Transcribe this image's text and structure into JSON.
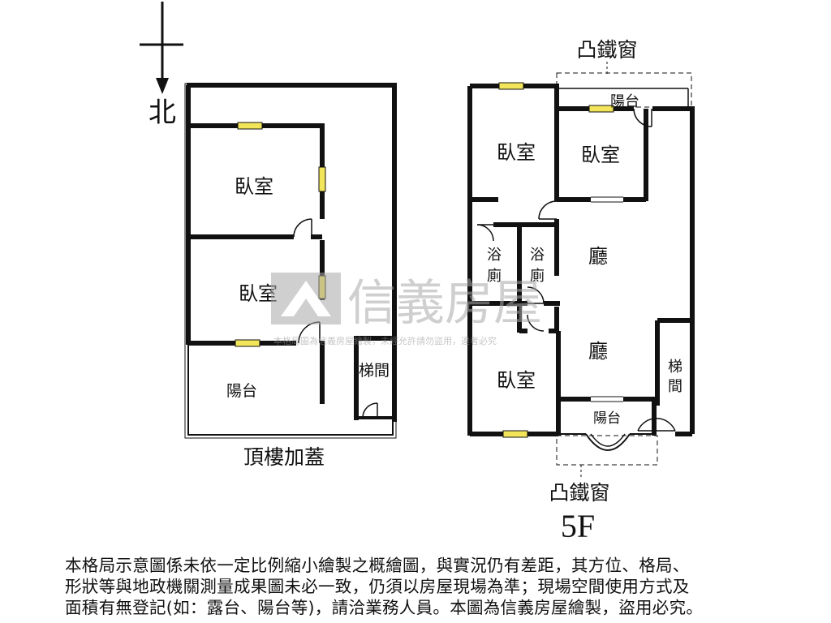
{
  "compass": {
    "label": "北"
  },
  "left_plan": {
    "title": "頂樓加蓋",
    "rooms": {
      "bedroom_1": "臥室",
      "bedroom_2": "臥室",
      "balcony": "陽台",
      "stairwell": "梯間"
    }
  },
  "right_plan": {
    "floor": "5F",
    "bay_window_top": "凸鐵窗",
    "bay_window_bottom": "凸鐵窗",
    "rooms": {
      "balcony_top": "陽台",
      "bedroom_a": "臥室",
      "bedroom_b": "臥室",
      "bath_a_1": "浴",
      "bath_a_2": "廁",
      "bath_b_1": "浴",
      "bath_b_2": "廁",
      "living_1": "廳",
      "living_2": "廳",
      "bedroom_c": "臥室",
      "stair_1": "梯",
      "stair_2": "間",
      "balcony_bottom": "陽台"
    }
  },
  "watermark": {
    "brand": "信義房屋",
    "small": "本格局圖為信義房屋繪製，未經允許請勿盜用，違者必究"
  },
  "disclaimer": {
    "line1": "本格局示意圖係未依一定比例縮小繪製之概繪圖，與實況仍有差距，其方位、格局、",
    "line2": "形狀等與地政機關測量成果圖未必一致，仍須以房屋現場為準；現場空間使用方式及",
    "line3": "面積有無登記(如：露台、陽台等)，請洽業務人員。本圖為信義房屋繪製，盜用必究。"
  },
  "colors": {
    "wall": "#111111",
    "window_fill": "#f2e55a",
    "watermark": "#bdbdbd"
  }
}
